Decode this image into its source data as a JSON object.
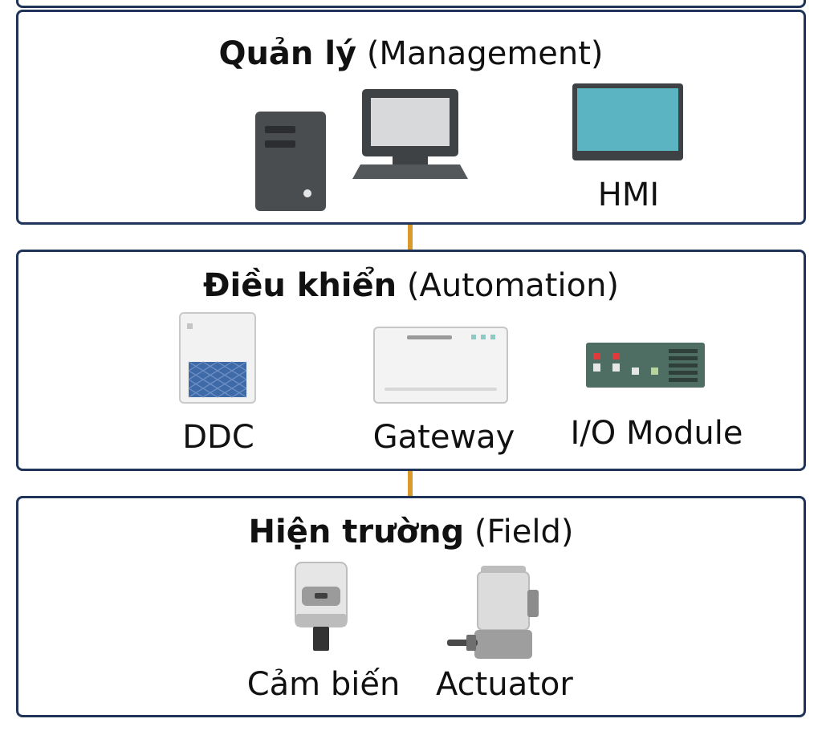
{
  "tiers": {
    "management": {
      "title_bold": "Quản lý",
      "title_sub": "(Management)",
      "devices": {
        "server": "server-tower-icon",
        "workstation": "desktop-monitor-icon",
        "hmi": "HMI"
      }
    },
    "automation": {
      "title_bold": "Điều khiển",
      "title_sub": "(Automation)",
      "devices": {
        "ddc": "DDC",
        "gateway": "Gateway",
        "io_module": "I/O Module"
      }
    },
    "field": {
      "title_bold": "Hiện trường",
      "title_sub": "(Field)",
      "devices": {
        "sensor": "Cảm biến",
        "actuator": "Actuator"
      }
    }
  },
  "colors": {
    "border": "#1f3458",
    "connector": "#d99a2b",
    "hmi_screen": "#5bb4c2",
    "ddc_panel": "#3f6aa8",
    "io_board": "#4f6e63"
  }
}
